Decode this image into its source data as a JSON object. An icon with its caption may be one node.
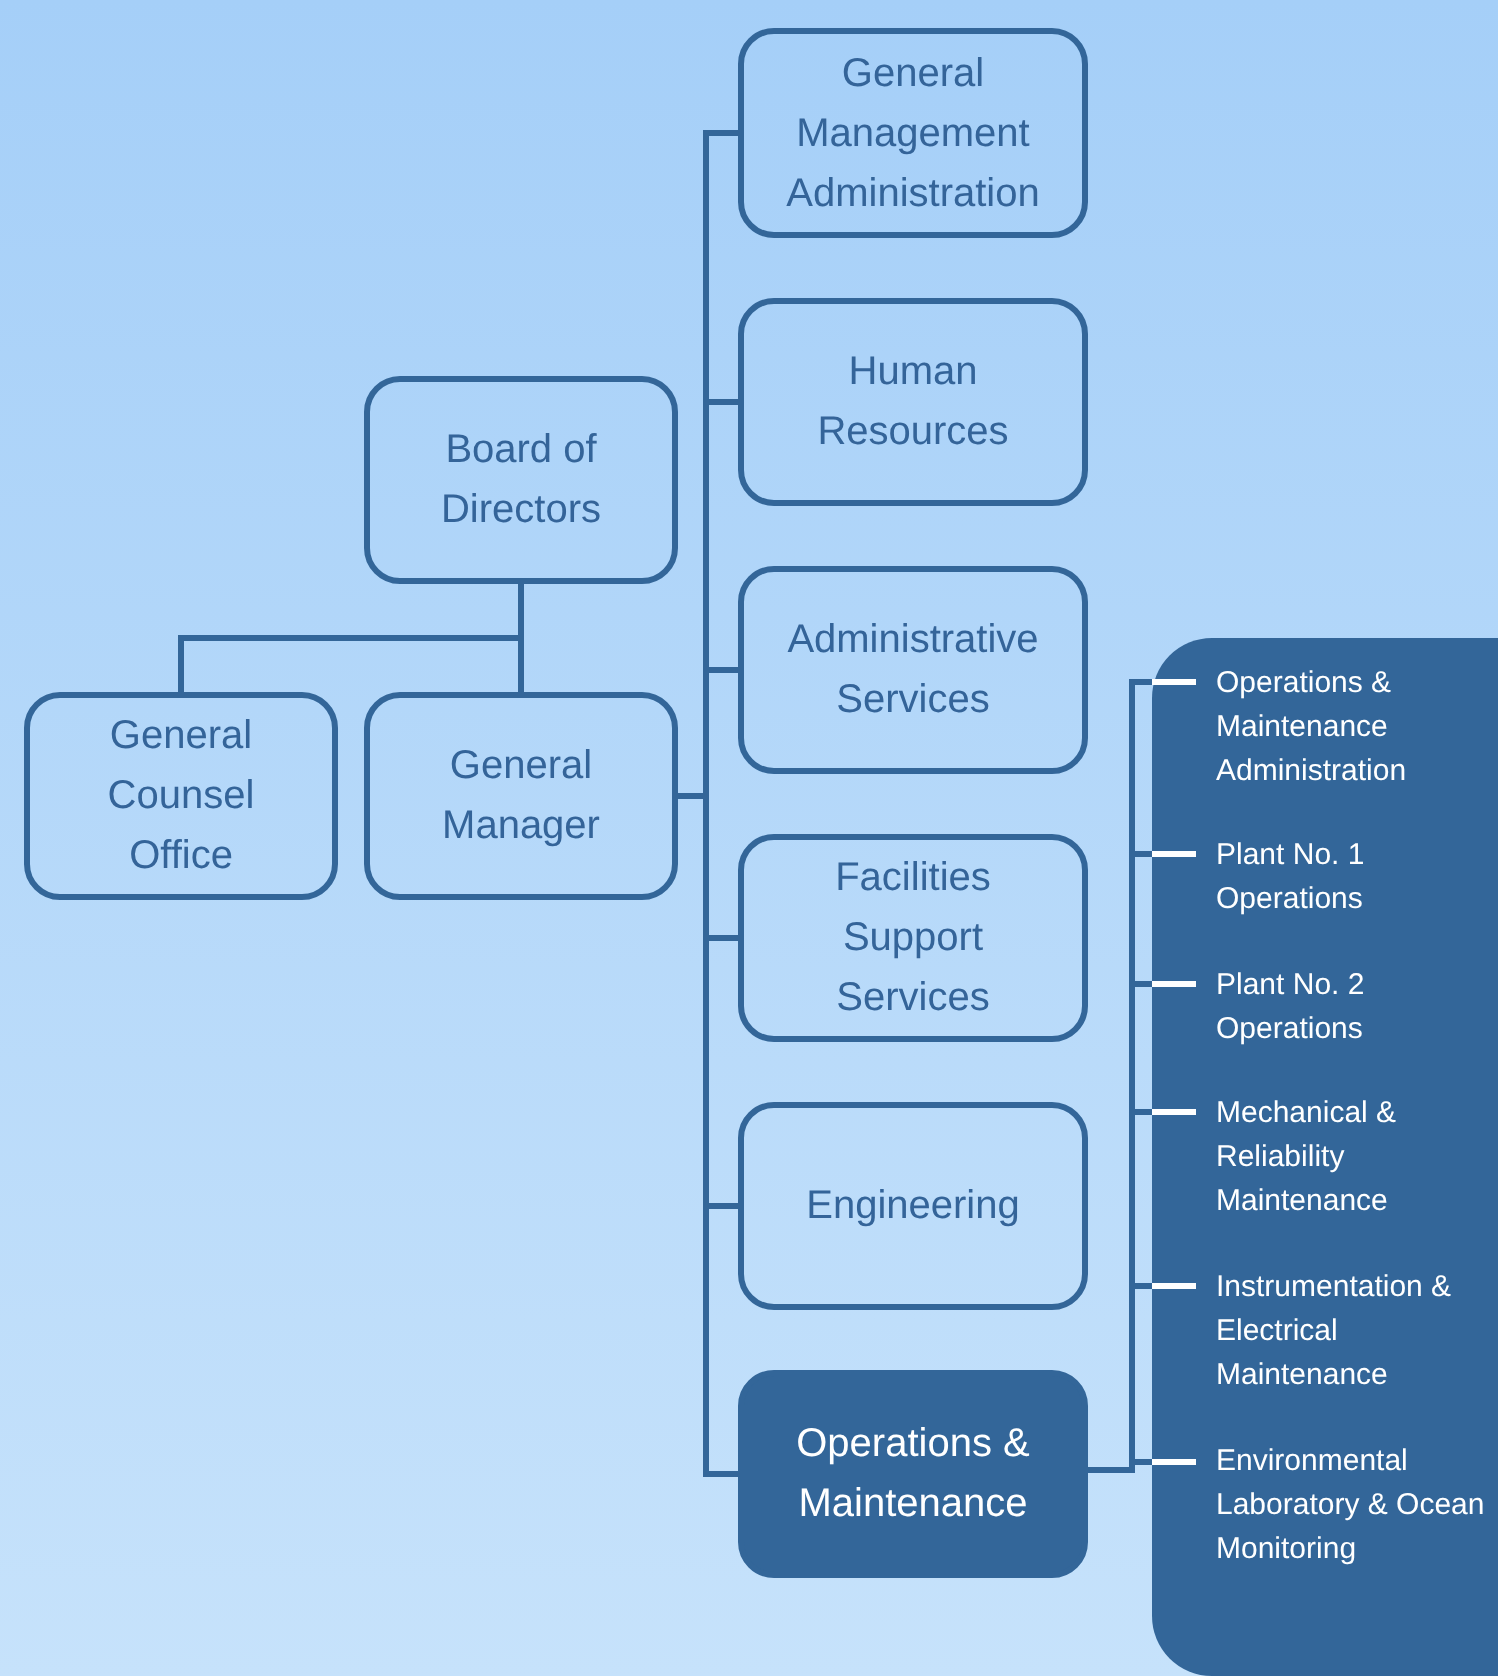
{
  "diagram": {
    "nodes": [
      {
        "text": [
          "Board of Directors"
        ]
      },
      {
        "text": [
          "General Counsel Office"
        ]
      },
      {
        "text": [
          "General Manager"
        ]
      },
      {
        "text": [
          "General Management Administration"
        ]
      },
      {
        "text": [
          "Human Resources"
        ]
      },
      {
        "text": [
          "Administrative Services"
        ]
      },
      {
        "text": [
          "Facilities Support Services"
        ]
      },
      {
        "text": [
          "Engineering"
        ]
      },
      {
        "text": [
          "Operations & Maintenance"
        ]
      },
      {
        "text": [],
        "shape": "box"
      },
      {
        "text": [
          "Operations & Maintenance Administration"
        ],
        "in": 9
      },
      {
        "text": [
          "Plant No. 1 Operations"
        ],
        "in": 9
      },
      {
        "text": [
          "Plant No. 2 Operations"
        ],
        "in": 9
      },
      {
        "text": [
          "Mechanical & Reliability Maintenance"
        ],
        "in": 9
      },
      {
        "text": [
          "Instrumentation & Electrical Maintenance"
        ],
        "in": 9
      },
      {
        "text": [
          "Environmental Laboratory & Ocean Monitoring"
        ],
        "in": 9
      }
    ],
    "edges": [
      {
        "from": 0,
        "to": 1,
        "arrow": "none"
      },
      {
        "from": 0,
        "to": 2,
        "arrow": "none"
      },
      {
        "from": 2,
        "to": 3,
        "arrow": "none"
      },
      {
        "from": 2,
        "to": 4,
        "arrow": "none"
      },
      {
        "from": 2,
        "to": 5,
        "arrow": "none"
      },
      {
        "from": 2,
        "to": 6,
        "arrow": "none"
      },
      {
        "from": 2,
        "to": 7,
        "arrow": "none"
      },
      {
        "from": 2,
        "to": 8,
        "arrow": "none"
      },
      {
        "from": 8,
        "to": 10,
        "arrow": "none"
      },
      {
        "from": 8,
        "to": 11,
        "arrow": "none"
      },
      {
        "from": 8,
        "to": 12,
        "arrow": "none"
      },
      {
        "from": 8,
        "to": 13,
        "arrow": "none"
      },
      {
        "from": 8,
        "to": 14,
        "arrow": "none"
      },
      {
        "from": 8,
        "to": 15,
        "arrow": "none"
      }
    ]
  }
}
